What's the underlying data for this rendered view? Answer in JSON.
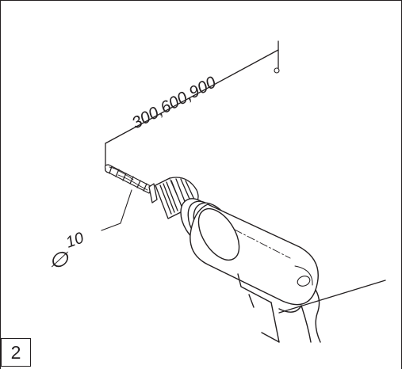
{
  "step_number": "2",
  "annotations": {
    "depth_label": "300,600,900",
    "diameter_symbol": "∅",
    "diameter_value": "10"
  },
  "colors": {
    "line": "#231f20",
    "background": "#ffffff"
  }
}
